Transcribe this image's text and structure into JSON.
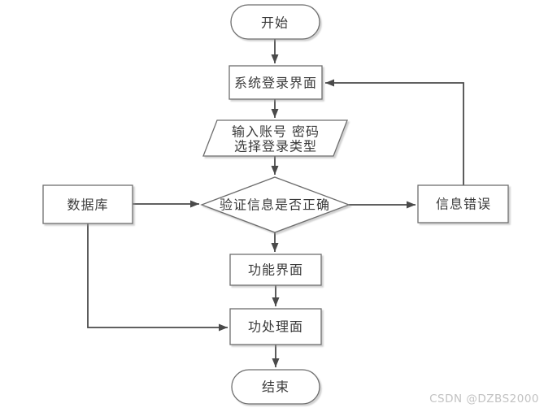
{
  "colors": {
    "line": "#4a4a4a",
    "border": "#6e6e6e",
    "fill": "#ffffff",
    "text": "#3a3a3a",
    "watermark": "#c2c2c2",
    "bg": "#ffffff"
  },
  "flowchart": {
    "nodes": {
      "start": {
        "type": "terminator",
        "label": "开始"
      },
      "login": {
        "type": "process",
        "label": "系统登录界面"
      },
      "input": {
        "type": "io",
        "label_line1": "输入账号 密码",
        "label_line2": "选择登录类型"
      },
      "verify": {
        "type": "decision",
        "label": "验证信息是否正确"
      },
      "database": {
        "type": "process",
        "label": "数据库"
      },
      "error": {
        "type": "process",
        "label": "信息错误"
      },
      "function": {
        "type": "process",
        "label": "功能界面"
      },
      "handle": {
        "type": "process",
        "label": "功处理面"
      },
      "end": {
        "type": "terminator",
        "label": "结束"
      }
    },
    "edges": [
      {
        "from": "start",
        "to": "login"
      },
      {
        "from": "login",
        "to": "input"
      },
      {
        "from": "input",
        "to": "verify"
      },
      {
        "from": "verify",
        "to": "function"
      },
      {
        "from": "function",
        "to": "handle"
      },
      {
        "from": "handle",
        "to": "end"
      },
      {
        "from": "database",
        "to": "verify"
      },
      {
        "from": "verify",
        "to": "error"
      },
      {
        "from": "error",
        "to": "login"
      },
      {
        "from": "database",
        "to": "handle"
      }
    ]
  },
  "watermark": {
    "text": "CSDN @DZBS2000"
  }
}
